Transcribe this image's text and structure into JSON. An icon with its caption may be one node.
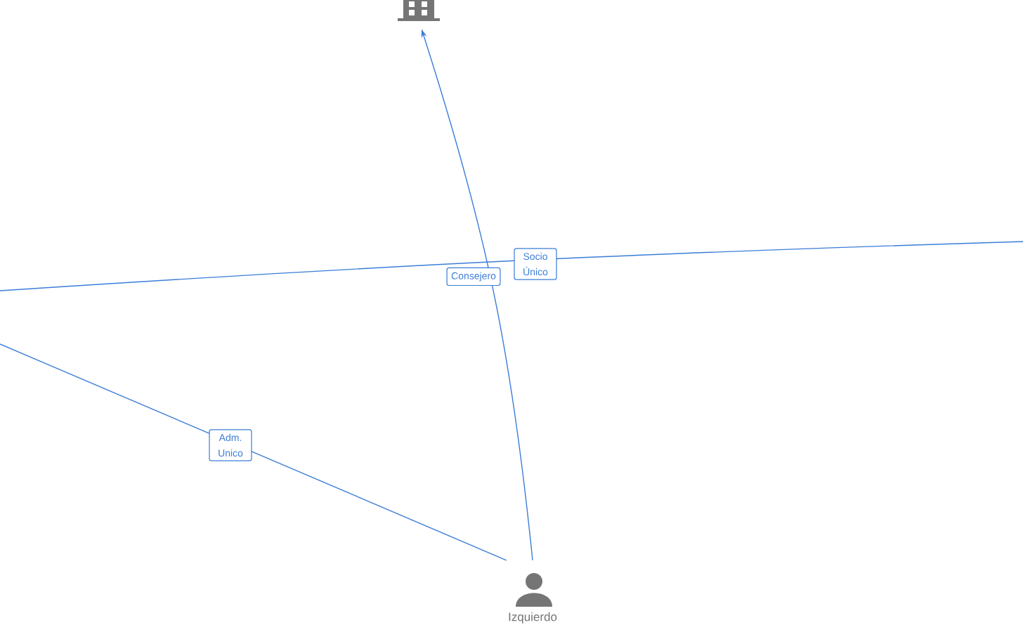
{
  "diagram": {
    "nodes": [
      {
        "text": [],
        "shape": "building"
      },
      {
        "text": [
          "Izquierdo"
        ]
      }
    ],
    "edges": [
      {
        "from": 1,
        "to": 0,
        "arrow": "to",
        "label": "Socio Único"
      },
      {
        "from": null,
        "to": 1,
        "arrow": "none",
        "label": "Adm. Unico"
      }
    ],
    "labels": [
      "Consejero"
    ]
  }
}
